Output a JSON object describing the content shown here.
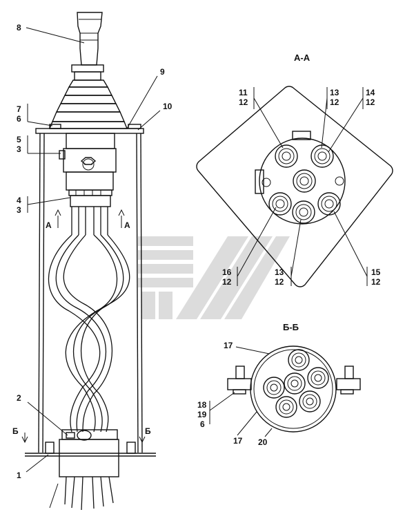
{
  "view_aa": {
    "title": "А-А"
  },
  "view_bb": {
    "title": "Б-Б"
  },
  "section_marks": {
    "a_left": "А",
    "a_right": "А",
    "b_left": "Б",
    "b_right": "Б"
  },
  "callouts": {
    "c8": "8",
    "c9": "9",
    "c10": "10",
    "c7": "7",
    "c6": "6",
    "c5": "5",
    "c3a": "3",
    "c4": "4",
    "c3b": "3",
    "c2": "2",
    "c1": "1",
    "aa_11": "11",
    "aa_12a": "12",
    "aa_13a": "13",
    "aa_12b": "12",
    "aa_14": "14",
    "aa_12c": "12",
    "aa_16": "16",
    "aa_12d": "12",
    "aa_13b": "13",
    "aa_12e": "12",
    "aa_15": "15",
    "aa_12f": "12",
    "bb_17a": "17",
    "bb_18": "18",
    "bb_19": "19",
    "bb_6": "6",
    "bb_17b": "17",
    "bb_20": "20"
  },
  "colors": {
    "line": "#111111",
    "watermark": "#d9d9d9"
  }
}
